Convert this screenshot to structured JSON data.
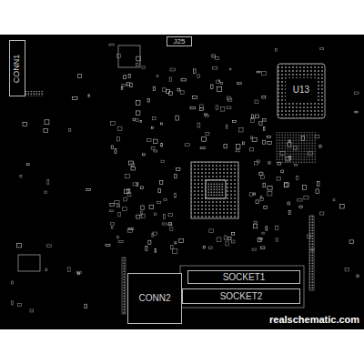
{
  "diagram": {
    "nodes": [
      {
        "text": [
          "CONN1"
        ]
      },
      {
        "text": [
          "J25"
        ]
      },
      {
        "text": [
          "U13"
        ]
      },
      {
        "text": [
          "SOCKET1"
        ]
      },
      {
        "text": [
          "SOCKET2"
        ]
      },
      {
        "text": [
          "CONN2"
        ]
      }
    ],
    "labels": [
      "realschematic.com"
    ]
  }
}
